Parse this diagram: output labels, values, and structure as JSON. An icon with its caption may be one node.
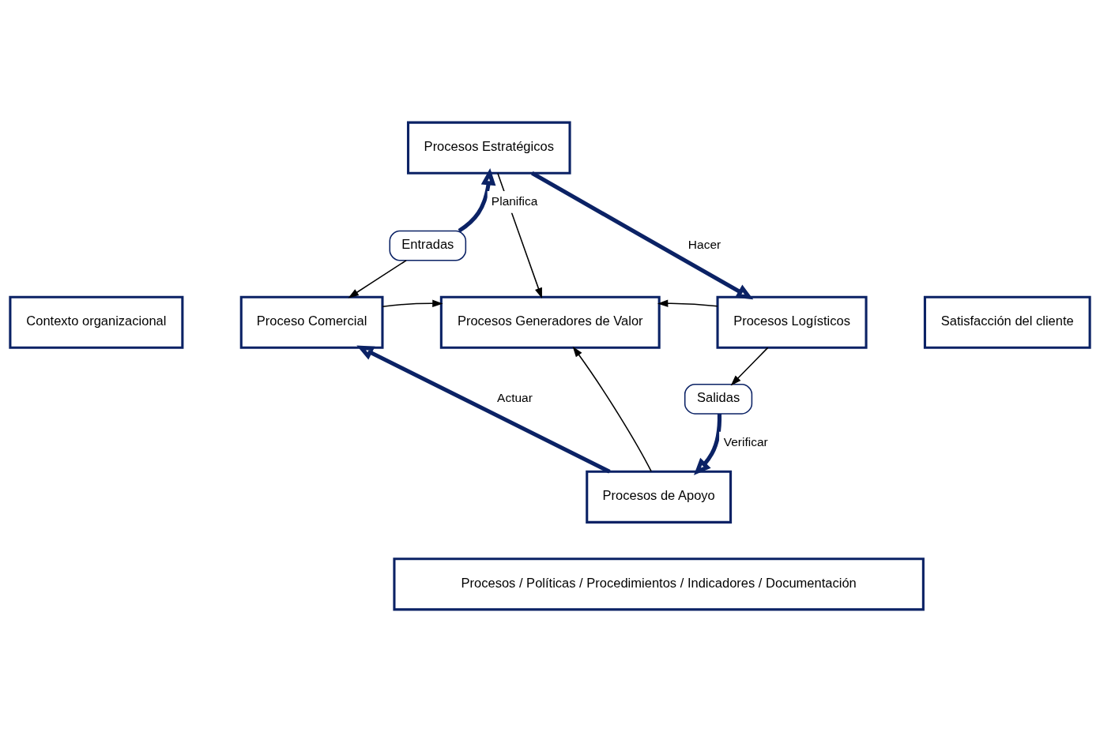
{
  "diagram": {
    "nodes": [
      {
        "text": [
          "Contexto organizacional"
        ]
      },
      {
        "text": [
          "Procesos Estratégicos"
        ]
      },
      {
        "text": [
          "Satisfacción del cliente"
        ]
      },
      {
        "text": [
          "Entradas"
        ]
      },
      {
        "text": [
          "Proceso Comercial"
        ]
      },
      {
        "text": [
          "Procesos Generadores de Valor"
        ]
      },
      {
        "text": [
          "Procesos Logísticos"
        ]
      },
      {
        "text": [
          "Salidas"
        ]
      },
      {
        "text": [
          "Procesos de Apoyo"
        ]
      },
      {
        "text": [
          "Procesos / Políticas / Procedimientos / Indicadores / Documentación"
        ]
      }
    ],
    "edges": [
      {
        "from": 3,
        "to": 1,
        "arrow": "to",
        "label": "Planifica",
        "style": "thick",
        "color": "#0b2265"
      },
      {
        "from": 1,
        "to": 6,
        "arrow": "to",
        "label": "Hacer",
        "style": "thick",
        "color": "#0b2265"
      },
      {
        "from": 7,
        "to": 8,
        "arrow": "to",
        "label": "Verificar",
        "style": "thick",
        "color": "#0b2265"
      },
      {
        "from": 8,
        "to": 4,
        "arrow": "to",
        "label": "Actuar",
        "style": "thick",
        "color": "#0b2265"
      },
      {
        "from": 3,
        "to": 4,
        "arrow": "to"
      },
      {
        "from": 1,
        "to": 5,
        "arrow": "to"
      },
      {
        "from": 4,
        "to": 5,
        "arrow": "to"
      },
      {
        "from": 6,
        "to": 5,
        "arrow": "to"
      },
      {
        "from": 6,
        "to": 7,
        "arrow": "to"
      },
      {
        "from": 8,
        "to": 5,
        "arrow": "to"
      }
    ]
  }
}
